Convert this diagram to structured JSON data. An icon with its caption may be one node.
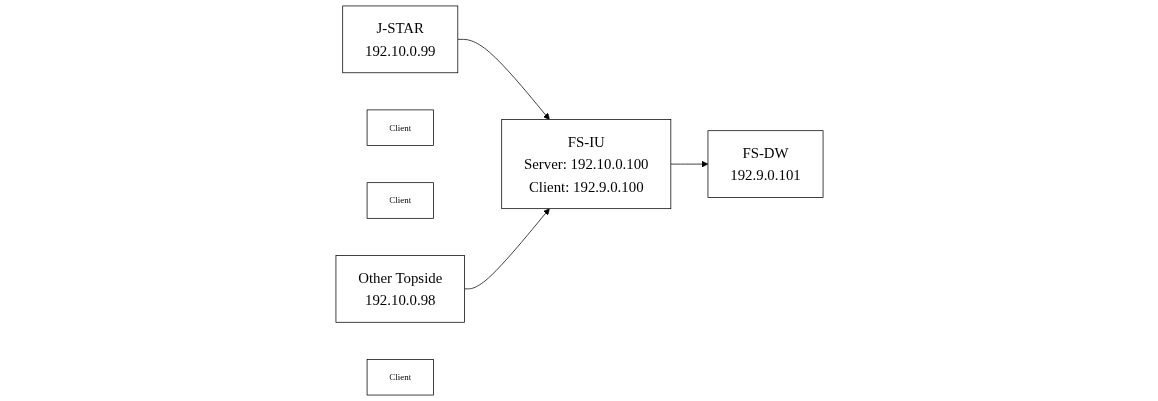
{
  "diagram": {
    "nodes": [
      {
        "text": [
          "J-STAR",
          "192.10.0.99"
        ]
      },
      {
        "text": [
          "Client"
        ]
      },
      {
        "text": [
          "FS-IU",
          "Server: 192.10.0.100",
          "Client:  192.9.0.100"
        ]
      },
      {
        "text": [
          "Client"
        ]
      },
      {
        "text": [
          "FS-DW",
          "192.9.0.101"
        ]
      },
      {
        "text": [
          "Other Topside",
          "192.10.0.98"
        ]
      },
      {
        "text": [
          "Client"
        ]
      }
    ],
    "edges": [
      {
        "from": 0,
        "to": 2,
        "arrow": "to"
      },
      {
        "from": 5,
        "to": 2,
        "arrow": "to"
      },
      {
        "from": 2,
        "to": 4,
        "arrow": "to"
      }
    ]
  }
}
